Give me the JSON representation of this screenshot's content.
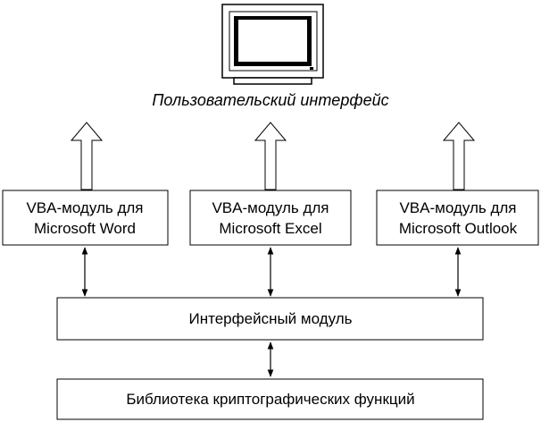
{
  "caption": "Пользовательский интерфейс",
  "modules": [
    {
      "line1": "VBA-модуль для",
      "line2": "Microsoft Word"
    },
    {
      "line1": "VBA-модуль для",
      "line2": "Microsoft Excel"
    },
    {
      "line1": "VBA-модуль для",
      "line2": "Microsoft Outlook"
    }
  ],
  "interface_module": "Интерфейсный модуль",
  "crypto_library": "Библиотека криптографических функций",
  "icons": {
    "monitor": "computer-monitor-icon"
  }
}
